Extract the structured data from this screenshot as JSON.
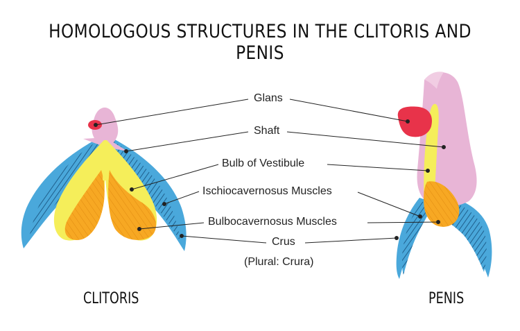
{
  "title": "HOMOLOGOUS STRUCTURES IN THE CLITORIS AND PENIS",
  "figures": {
    "left": "CLITORIS",
    "right": "PENIS"
  },
  "labels": {
    "glans": "Glans",
    "shaft": "Shaft",
    "bulb": "Bulb of Vestibule",
    "ischio": "Ischiocavernosus Muscles",
    "bulbo": "Bulbocavernosus Muscles",
    "crus": "Crus",
    "crus_note": "(Plural: Crura)"
  },
  "colors": {
    "glans": "#e8334a",
    "shaft": "#e8b5d6",
    "bulb": "#f5ee5a",
    "bulbocavernosus": "#f7a823",
    "ischiocavernosus": "#4aa8db",
    "muscle_stripe": "#1f5f8c",
    "leader_line": "#222222"
  }
}
